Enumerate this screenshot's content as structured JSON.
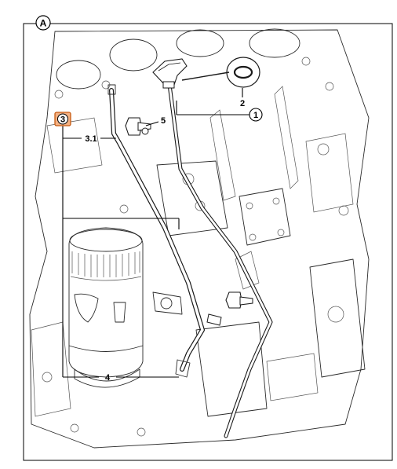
{
  "panel": {
    "letter": "A"
  },
  "callouts": {
    "c1": "1",
    "c2": "2",
    "c3": "3",
    "c31": "3.1",
    "c4": "4",
    "c5": "5"
  },
  "colors": {
    "highlight_fill": "#f4b183",
    "highlight_stroke": "#c55a11",
    "line": "#000000"
  },
  "icons": [
    "dipstick-handle-icon",
    "o-ring-seal-icon",
    "bolt-icon",
    "oil-filter-icon"
  ]
}
